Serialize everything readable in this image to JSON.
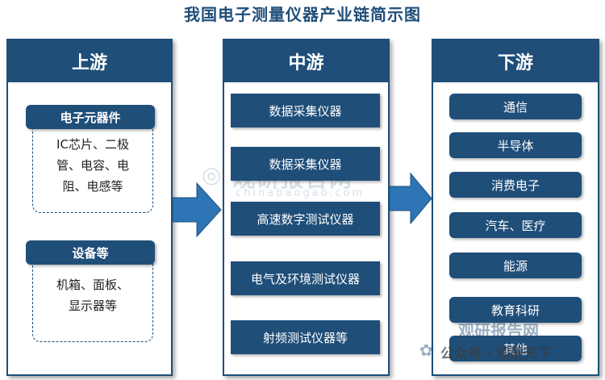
{
  "title": "我国电子测量仪器产业链简示图",
  "upstream": {
    "header": "上游",
    "groups": [
      {
        "title": "电子元器件",
        "lines": [
          "IC芯片、二极",
          "管、电容、电",
          "阻、电感等"
        ]
      },
      {
        "title": "设备等",
        "lines": [
          "机箱、面板、",
          "显示器等"
        ]
      }
    ]
  },
  "midstream": {
    "header": "中游",
    "items": [
      "数据采集仪器",
      "数据采集仪器",
      "高速数字测试仪器",
      "电气及环境测试仪器",
      "射频测试仪器等"
    ]
  },
  "downstream": {
    "header": "下游",
    "items": [
      "通信",
      "半导体",
      "消费电子",
      "汽车、医疗",
      "能源",
      "教育科研",
      "其他"
    ]
  },
  "watermark": {
    "center_text": "观研报告网",
    "center_sub": "chinabaogao.com",
    "corner_text": "观研报告网",
    "corner_sub": "公众号 · 观研天下"
  },
  "colors": {
    "primary": "#1f4e79",
    "arrow": "#2e75b6"
  }
}
